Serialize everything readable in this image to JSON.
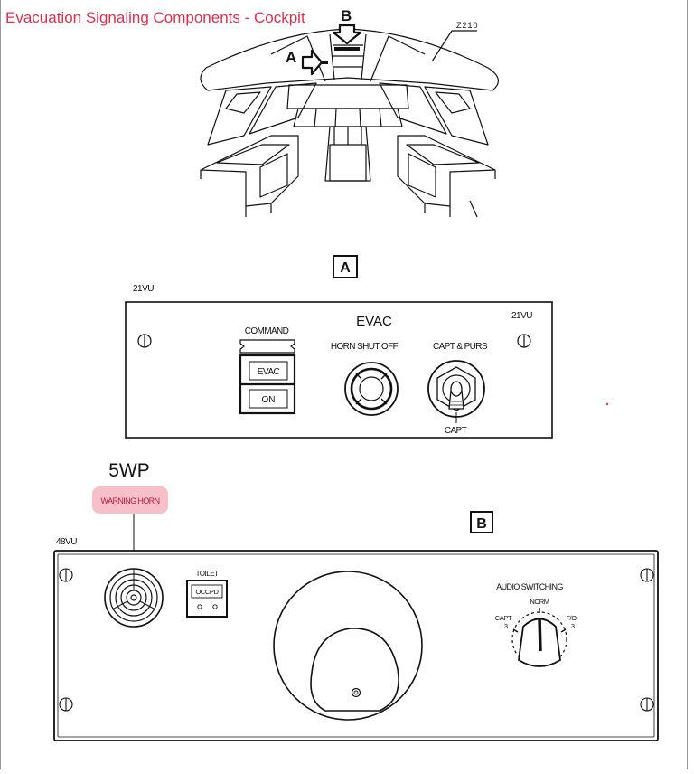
{
  "title": "Evacuation Signaling Components - Cockpit",
  "title_color": "#d9324e",
  "highlight_color": "#f08a9e",
  "overview": {
    "zone_label": "Z210",
    "callout_a": "A",
    "callout_b": "B"
  },
  "view_a": {
    "label": "A",
    "panel_id_left": "21VU",
    "panel_id_right": "21VU",
    "heading": "EVAC",
    "command_label": "COMMAND",
    "command_button_top": "EVAC",
    "command_button_bottom": "ON",
    "horn_shutoff_label": "HORN SHUT OFF",
    "capt_purs_label": "CAPT & PURS",
    "switch_position": "CAPT"
  },
  "view_b": {
    "label": "B",
    "component_id": "5WP",
    "component_name": "WARNING HORN",
    "panel_id": "48VU",
    "toilet_label": "TOILET",
    "occpd_label": "OCCPD",
    "audio_switching_label": "AUDIO SWITCHING",
    "audio_norm": "NORM",
    "audio_capt": "CAPT",
    "audio_capt_num": "3",
    "audio_fo": "F/O",
    "audio_fo_num": "3"
  }
}
